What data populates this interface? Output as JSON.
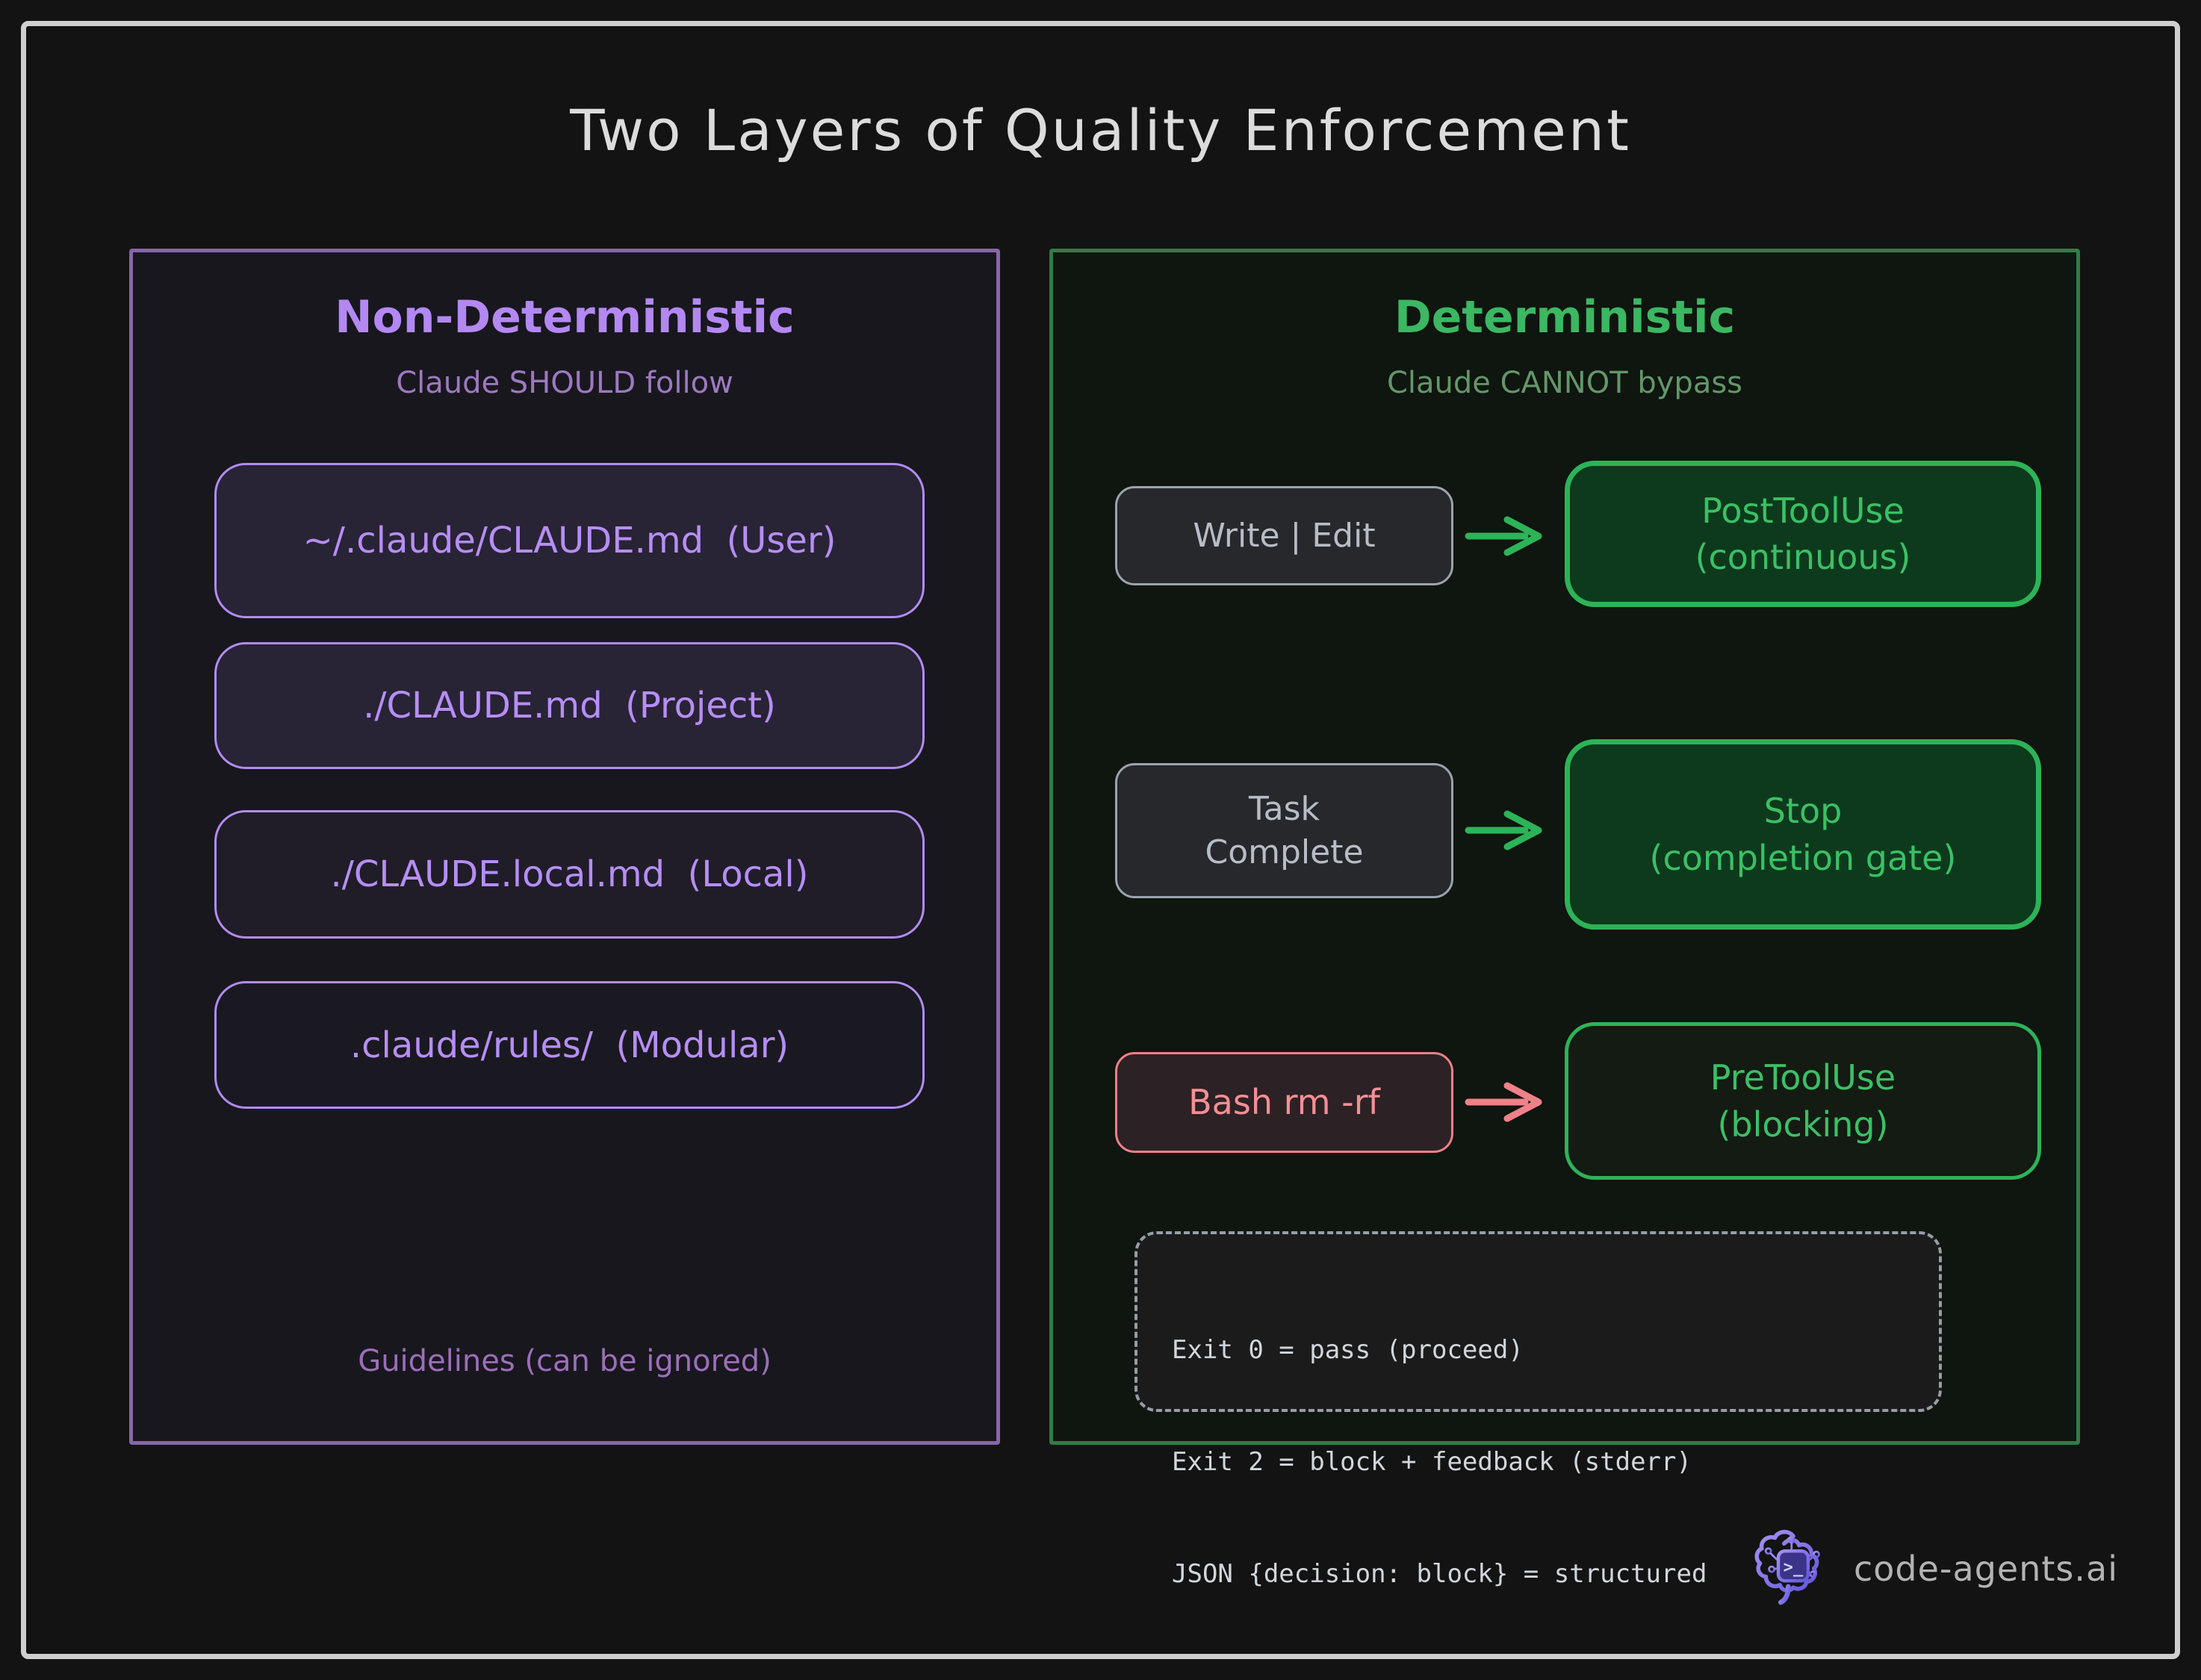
{
  "title": "Two Layers of Quality Enforcement",
  "left_panel": {
    "heading": "Non-Deterministic",
    "subheading": "Claude SHOULD follow",
    "items": [
      {
        "label": "~/.claude/CLAUDE.md  (User)"
      },
      {
        "label": "./CLAUDE.md  (Project)"
      },
      {
        "label": "./CLAUDE.local.md  (Local)"
      },
      {
        "label": ".claude/rules/  (Modular)"
      }
    ],
    "footnote": "Guidelines (can be ignored)"
  },
  "right_panel": {
    "heading": "Deterministic",
    "subheading": "Claude CANNOT bypass",
    "rows": [
      {
        "trigger_lines": [
          "Write | Edit"
        ],
        "hook_lines": [
          "PostToolUse",
          "(continuous)"
        ],
        "hook_style": "filled-green",
        "arrow_color": "#2db358"
      },
      {
        "trigger_lines": [
          "Task",
          "Complete"
        ],
        "hook_lines": [
          "Stop",
          "(completion gate)"
        ],
        "hook_style": "filled-green",
        "arrow_color": "#2db358"
      },
      {
        "trigger_lines": [
          "Bash rm -rf"
        ],
        "hook_lines": [
          "PreToolUse",
          "(blocking)"
        ],
        "hook_style": "outline-green",
        "trigger_style": "danger",
        "arrow_color": "#f08189"
      }
    ],
    "exit_codes": [
      "Exit 0 = pass (proceed)",
      "Exit 2 = block + feedback (stderr)",
      "JSON {decision: block} = structured"
    ]
  },
  "footer": {
    "brand": "code-agents.ai",
    "logo_icon": "brain-terminal-icon",
    "logo_prompt": ">_"
  },
  "colors": {
    "background": "#131313",
    "frame_border": "#cfcfcf",
    "title_text": "#dcdcdc",
    "purple_accent": "#b388f2",
    "purple_muted": "#9c73bb",
    "purple_panel_border": "#8766aa",
    "purple_pill_border": "#b18cf2",
    "green_accent": "#3bc065",
    "green_muted": "#639769",
    "green_panel_border": "#2f7d48",
    "green_fill": "#0d3a1d",
    "neutral_box_border": "#9ba3ad",
    "neutral_box_text": "#b7bdc6",
    "danger_accent": "#f08189",
    "mono_text": "#d2d6dc",
    "brand_text": "#b3b3b3",
    "logo_gradient_start": "#a792f2",
    "logo_gradient_end": "#6157da"
  }
}
